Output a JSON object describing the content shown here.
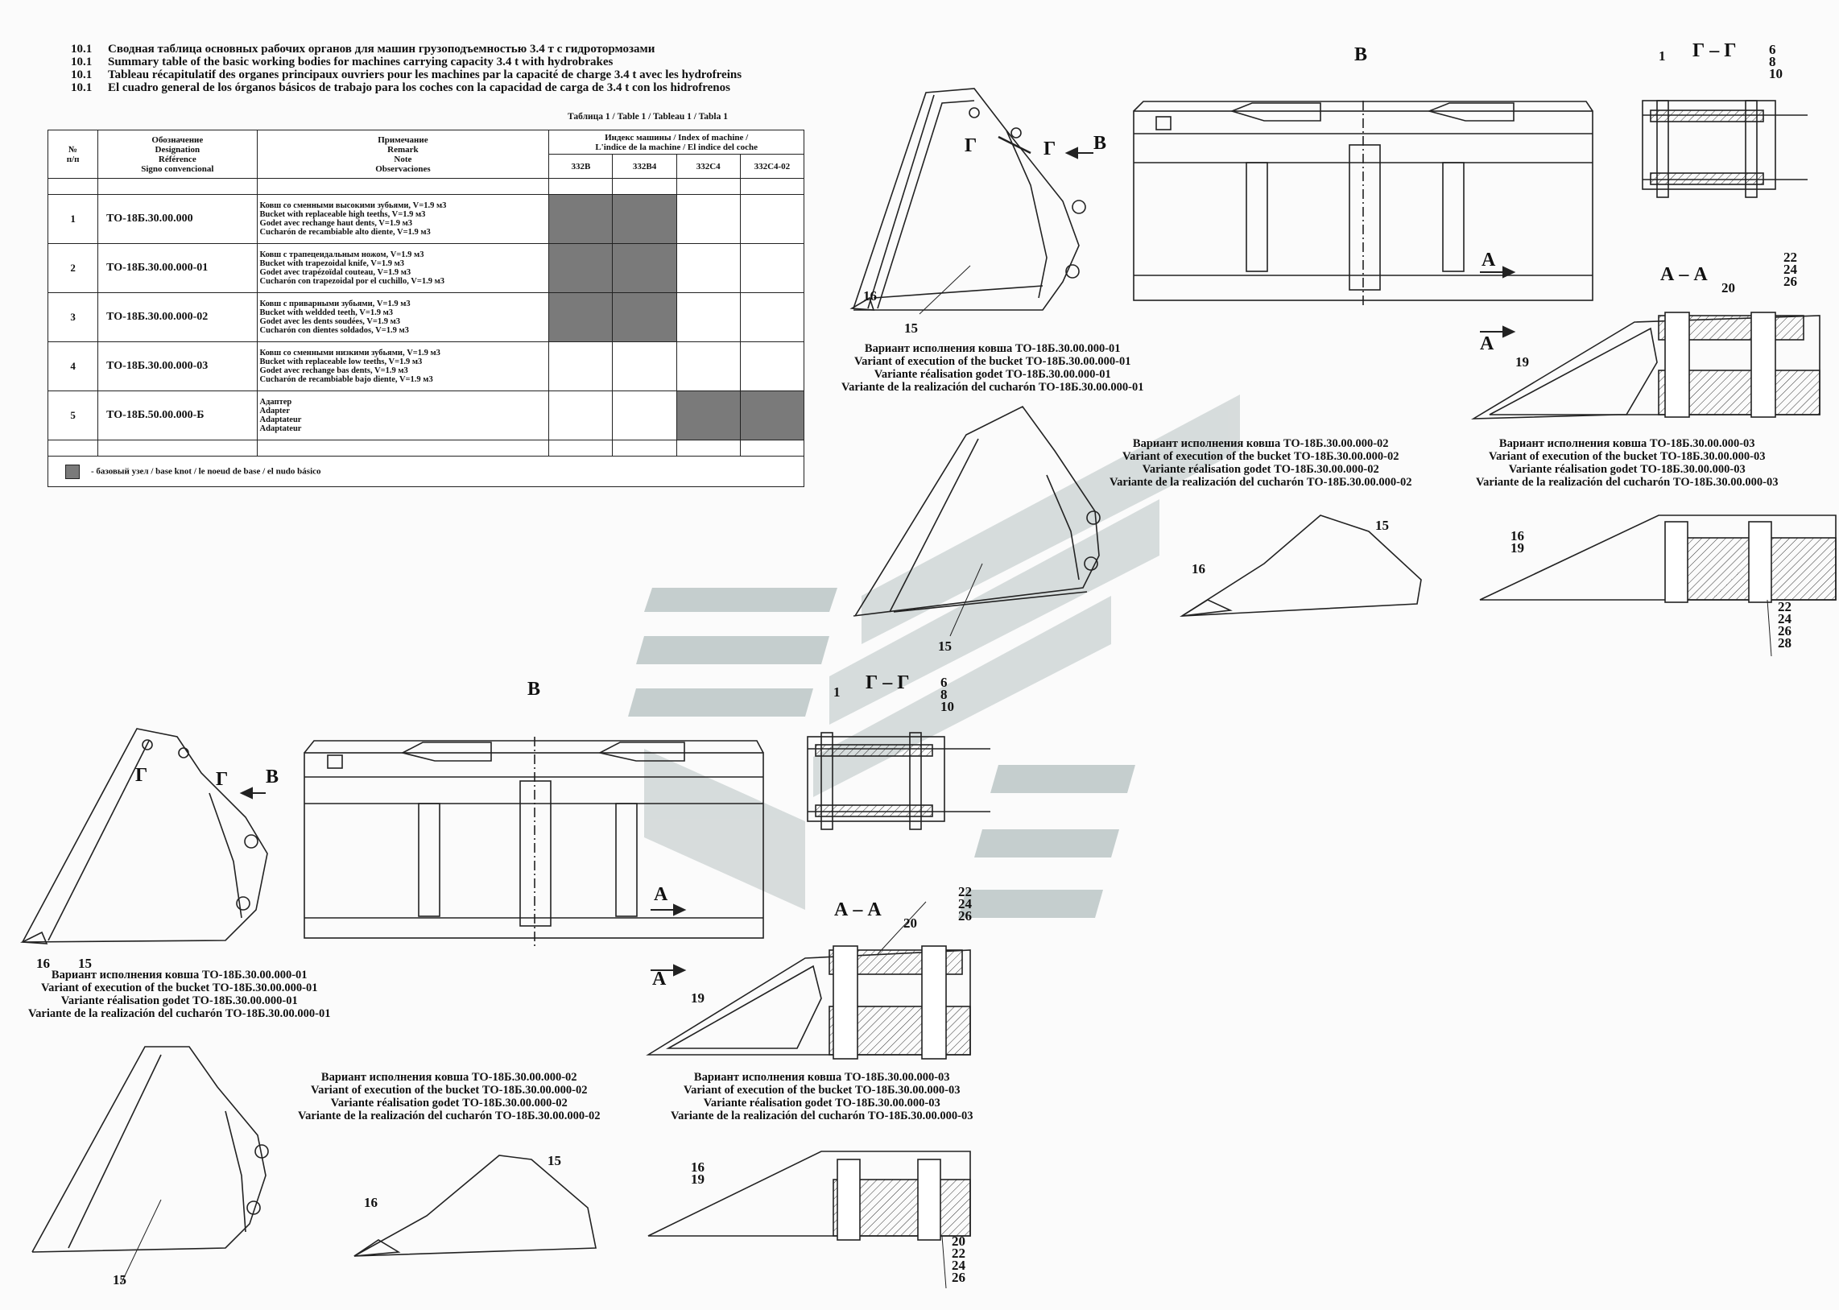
{
  "heading": [
    {
      "num": "10.1",
      "text": "Сводная таблица основных рабочих органов для машин грузоподъемностью 3.4 т с гидротормозами"
    },
    {
      "num": "10.1",
      "text": "Summary table of the basic working bodies for machines carrying capacity 3.4 t with hydrobrakes"
    },
    {
      "num": "10.1",
      "text": "Tableau récapitulatif des organes principaux ouvriers pour les machines par la capacité de charge 3.4 t avec les hydrofreins"
    },
    {
      "num": "10.1",
      "text": "El cuadro general de los órganos básicos de trabajo para los coches con la capacidad de carga de 3.4 t con los hidrofrenos"
    }
  ],
  "table": {
    "caption": "Таблица 1 / Table 1 / Tableau 1 / Tabla 1",
    "header": {
      "num": [
        "№",
        "п/п"
      ],
      "designation": [
        "Обозначение",
        "Designation",
        "Référence",
        "Signo convencional"
      ],
      "remark": [
        "Примечание",
        "Remark",
        "Note",
        "Observaciones"
      ],
      "index": [
        "Индекс машины / Index of machine /",
        "L'indice de la machine / El indice del coche"
      ],
      "machines": [
        "332B",
        "332B4",
        "332C4",
        "332C4-02"
      ]
    },
    "rows": [
      {
        "num": "1",
        "code": "ТО-18Б.30.00.000",
        "remark": [
          "Ковш со сменными высокими зубьями, V=1.9 м3",
          "Bucket with replaceable high teeths, V=1.9 м3",
          "Godet avec rechange haut dents, V=1.9 м3",
          "Cucharón de recambiable alto diente, V=1.9 м3"
        ],
        "marks": [
          true,
          true,
          false,
          false
        ]
      },
      {
        "num": "2",
        "code": "ТО-18Б.30.00.000-01",
        "remark": [
          "Ковш с трапецеидальным ножом, V=1.9 м3",
          "Bucket with trapezoidal knife, V=1.9 м3",
          "Godet avec trapézoïdal couteau, V=1.9 м3",
          "Cucharón con trapezoidal por el cuchillo, V=1.9 м3"
        ],
        "marks": [
          true,
          true,
          false,
          false
        ]
      },
      {
        "num": "3",
        "code": "ТО-18Б.30.00.000-02",
        "remark": [
          "Ковш с приварными зубьями, V=1.9 м3",
          "Bucket  with weldded teeth, V=1.9 м3",
          "Godet  avec les dents soudées, V=1.9 м3",
          "Cucharón con dientes soldados, V=1.9 м3"
        ],
        "marks": [
          true,
          true,
          false,
          false
        ]
      },
      {
        "num": "4",
        "code": "ТО-18Б.30.00.000-03",
        "remark": [
          "Ковш со сменными низкими зубьями, V=1.9 м3",
          "Bucket with replaceable low teeths, V=1.9 м3",
          "Godet avec rechange bas dents, V=1.9 м3",
          "Cucharón de recambiable bajo diente, V=1.9 м3"
        ],
        "marks": [
          false,
          false,
          false,
          false
        ]
      },
      {
        "num": "5",
        "code": "ТО-18Б.50.00.000-Б",
        "remark": [
          "Адаптер",
          "Adapter",
          "Adaptateur",
          "Adaptateur"
        ],
        "marks": [
          false,
          false,
          true,
          true
        ]
      }
    ],
    "legend": "- базовый узел / base knot / le noeud de base / el nudo básico"
  },
  "captions": {
    "v01": [
      "Вариант исполнения ковша ТО-18Б.30.00.000-01",
      "Variant of execution of the bucket ТО-18Б.30.00.000-01",
      "Variante réalisation godet ТО-18Б.30.00.000-01",
      "Variante de la realización del cucharón ТО-18Б.30.00.000-01"
    ],
    "v02": [
      "Вариант исполнения ковша ТО-18Б.30.00.000-02",
      "Variant of execution of the bucket ТО-18Б.30.00.000-02",
      "Variante réalisation godet ТО-18Б.30.00.000-02",
      "Variante de la realización del cucharón ТО-18Б.30.00.000-02"
    ],
    "v03": [
      "Вариант исполнения ковша ТО-18Б.30.00.000-03",
      "Variant of execution of the bucket ТО-18Б.30.00.000-03",
      "Variante réalisation godet ТО-18Б.30.00.000-03",
      "Variante de la realización del cucharón ТО-18Б.30.00.000-03"
    ]
  },
  "labels": {
    "view_b": "В",
    "section_gg": "Г – Г",
    "section_aa": "А – А",
    "g": "Г",
    "a": "А",
    "p1": "1",
    "p6_8_10": [
      "6",
      "8",
      "10"
    ],
    "p15": "15",
    "p16": "16",
    "p16_19": [
      "16",
      "19"
    ],
    "p19": "19",
    "p20": "20",
    "p22_24_26": [
      "22",
      "24",
      "26"
    ],
    "p22_24_26_28": [
      "22",
      "24",
      "26",
      "28"
    ],
    "p20_22_24_26": [
      "20",
      "22",
      "24",
      "26"
    ]
  },
  "colors": {
    "shade": "#7a7a7a",
    "watermark": "#c8d0d0",
    "line": "#222222"
  }
}
